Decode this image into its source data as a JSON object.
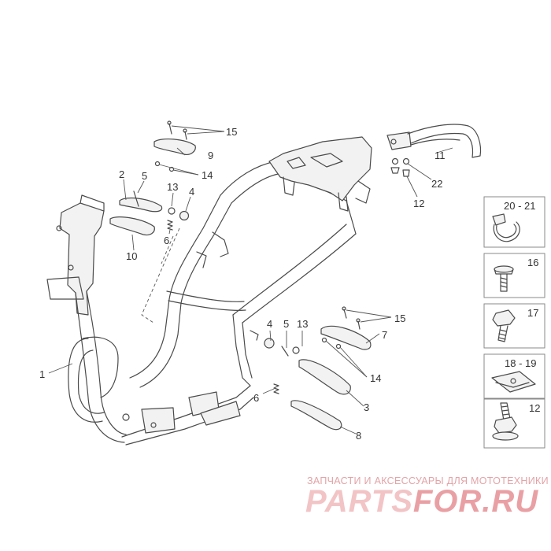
{
  "callouts": {
    "c1": "1",
    "c2": "2",
    "c3": "3",
    "c4a": "4",
    "c4b": "4",
    "c5a": "5",
    "c5b": "5",
    "c6a": "6",
    "c6b": "6",
    "c7": "7",
    "c8": "8",
    "c9": "9",
    "c10": "10",
    "c11": "11",
    "c12": "12",
    "c13a": "13",
    "c13b": "13",
    "c14a": "14",
    "c14b": "14",
    "c15a": "15",
    "c15b": "15",
    "c22": "22"
  },
  "insets": [
    {
      "label": "20 - 21",
      "icon": "hose-clamp-icon"
    },
    {
      "label": "16",
      "icon": "screw-icon"
    },
    {
      "label": "17",
      "icon": "bolt-icon"
    },
    {
      "label": "18 - 19",
      "icon": "clip-nut-icon"
    },
    {
      "label": "12",
      "icon": "flange-bolt-icon"
    }
  ],
  "watermark": {
    "caption": "ЗАПЧАСТИ И АКСЕССУАРЫ ДЛЯ МОТОТЕХНИКИ",
    "logo_left": "PARTS",
    "logo_right": "FOR.RU",
    "color_left": "#f2c4c6",
    "color_right": "#e9a0a4"
  },
  "colors": {
    "line": "#4a4a4a",
    "text": "#333333",
    "inset_border": "#8a8a8a"
  }
}
